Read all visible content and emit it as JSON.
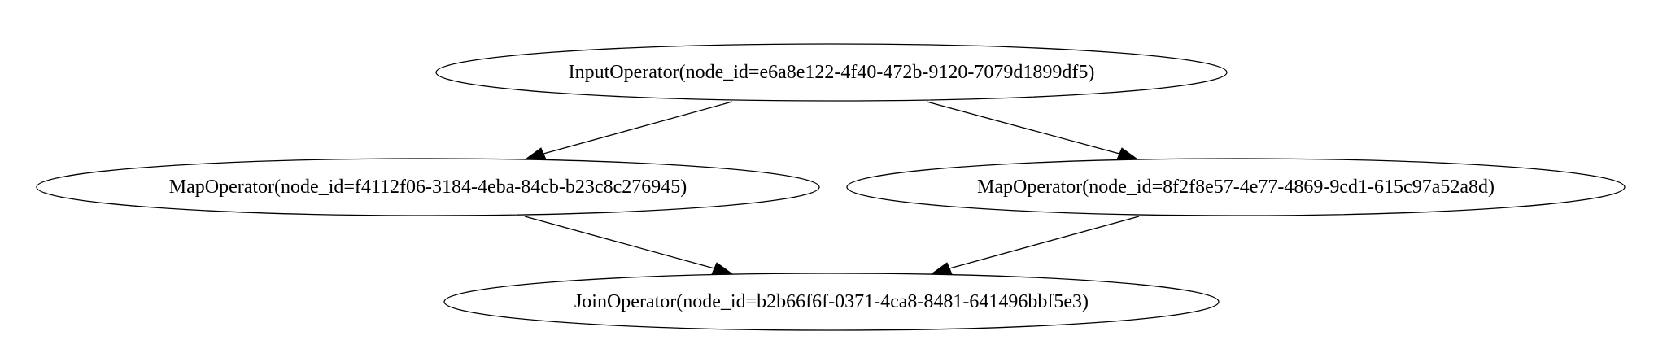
{
  "diagram": {
    "type": "directed-graph",
    "nodes": [
      {
        "id": "input",
        "label": "InputOperator(node_id=e6a8e122-4f40-472b-9120-7079d1899df5)"
      },
      {
        "id": "map1",
        "label": "MapOperator(node_id=f4112f06-3184-4eba-84cb-b23c8c276945)"
      },
      {
        "id": "map2",
        "label": "MapOperator(node_id=8f2f8e57-4e77-4869-9cd1-615c97a52a8d)"
      },
      {
        "id": "join",
        "label": "JoinOperator(node_id=b2b66f6f-0371-4ca8-8481-641496bbf5e3)"
      }
    ],
    "edges": [
      {
        "from": "input",
        "to": "map1"
      },
      {
        "from": "input",
        "to": "map2"
      },
      {
        "from": "map1",
        "to": "join"
      },
      {
        "from": "map2",
        "to": "join"
      }
    ]
  }
}
